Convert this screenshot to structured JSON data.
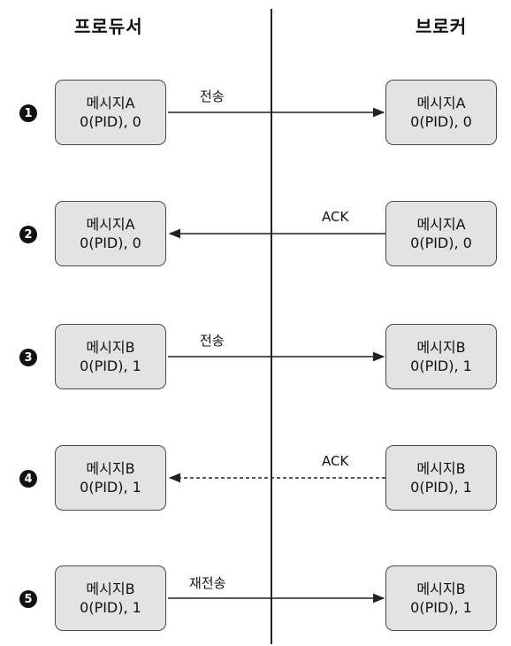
{
  "headers": {
    "producer": "프로듀서",
    "broker": "브로커"
  },
  "steps": [
    {
      "number": "1",
      "label": "전송",
      "direction": "to-broker",
      "style": "solid",
      "producer_box": {
        "line1": "메시지A",
        "line2": "0(PID), 0"
      },
      "broker_box": {
        "line1": "메시지A",
        "line2": "0(PID), 0"
      }
    },
    {
      "number": "2",
      "label": "ACK",
      "direction": "to-producer",
      "style": "solid",
      "producer_box": {
        "line1": "메시지A",
        "line2": "0(PID), 0"
      },
      "broker_box": {
        "line1": "메시지A",
        "line2": "0(PID), 0"
      }
    },
    {
      "number": "3",
      "label": "전송",
      "direction": "to-broker",
      "style": "solid",
      "producer_box": {
        "line1": "메시지B",
        "line2": "0(PID), 1"
      },
      "broker_box": {
        "line1": "메시지B",
        "line2": "0(PID), 1"
      }
    },
    {
      "number": "4",
      "label": "ACK",
      "direction": "to-producer",
      "style": "dashed",
      "producer_box": {
        "line1": "메시지B",
        "line2": "0(PID), 1"
      },
      "broker_box": {
        "line1": "메시지B",
        "line2": "0(PID), 1"
      }
    },
    {
      "number": "5",
      "label": "재전송",
      "direction": "to-broker",
      "style": "solid",
      "producer_box": {
        "line1": "메시지B",
        "line2": "0(PID), 1"
      },
      "broker_box": {
        "line1": "메시지B",
        "line2": "0(PID), 1"
      }
    }
  ]
}
